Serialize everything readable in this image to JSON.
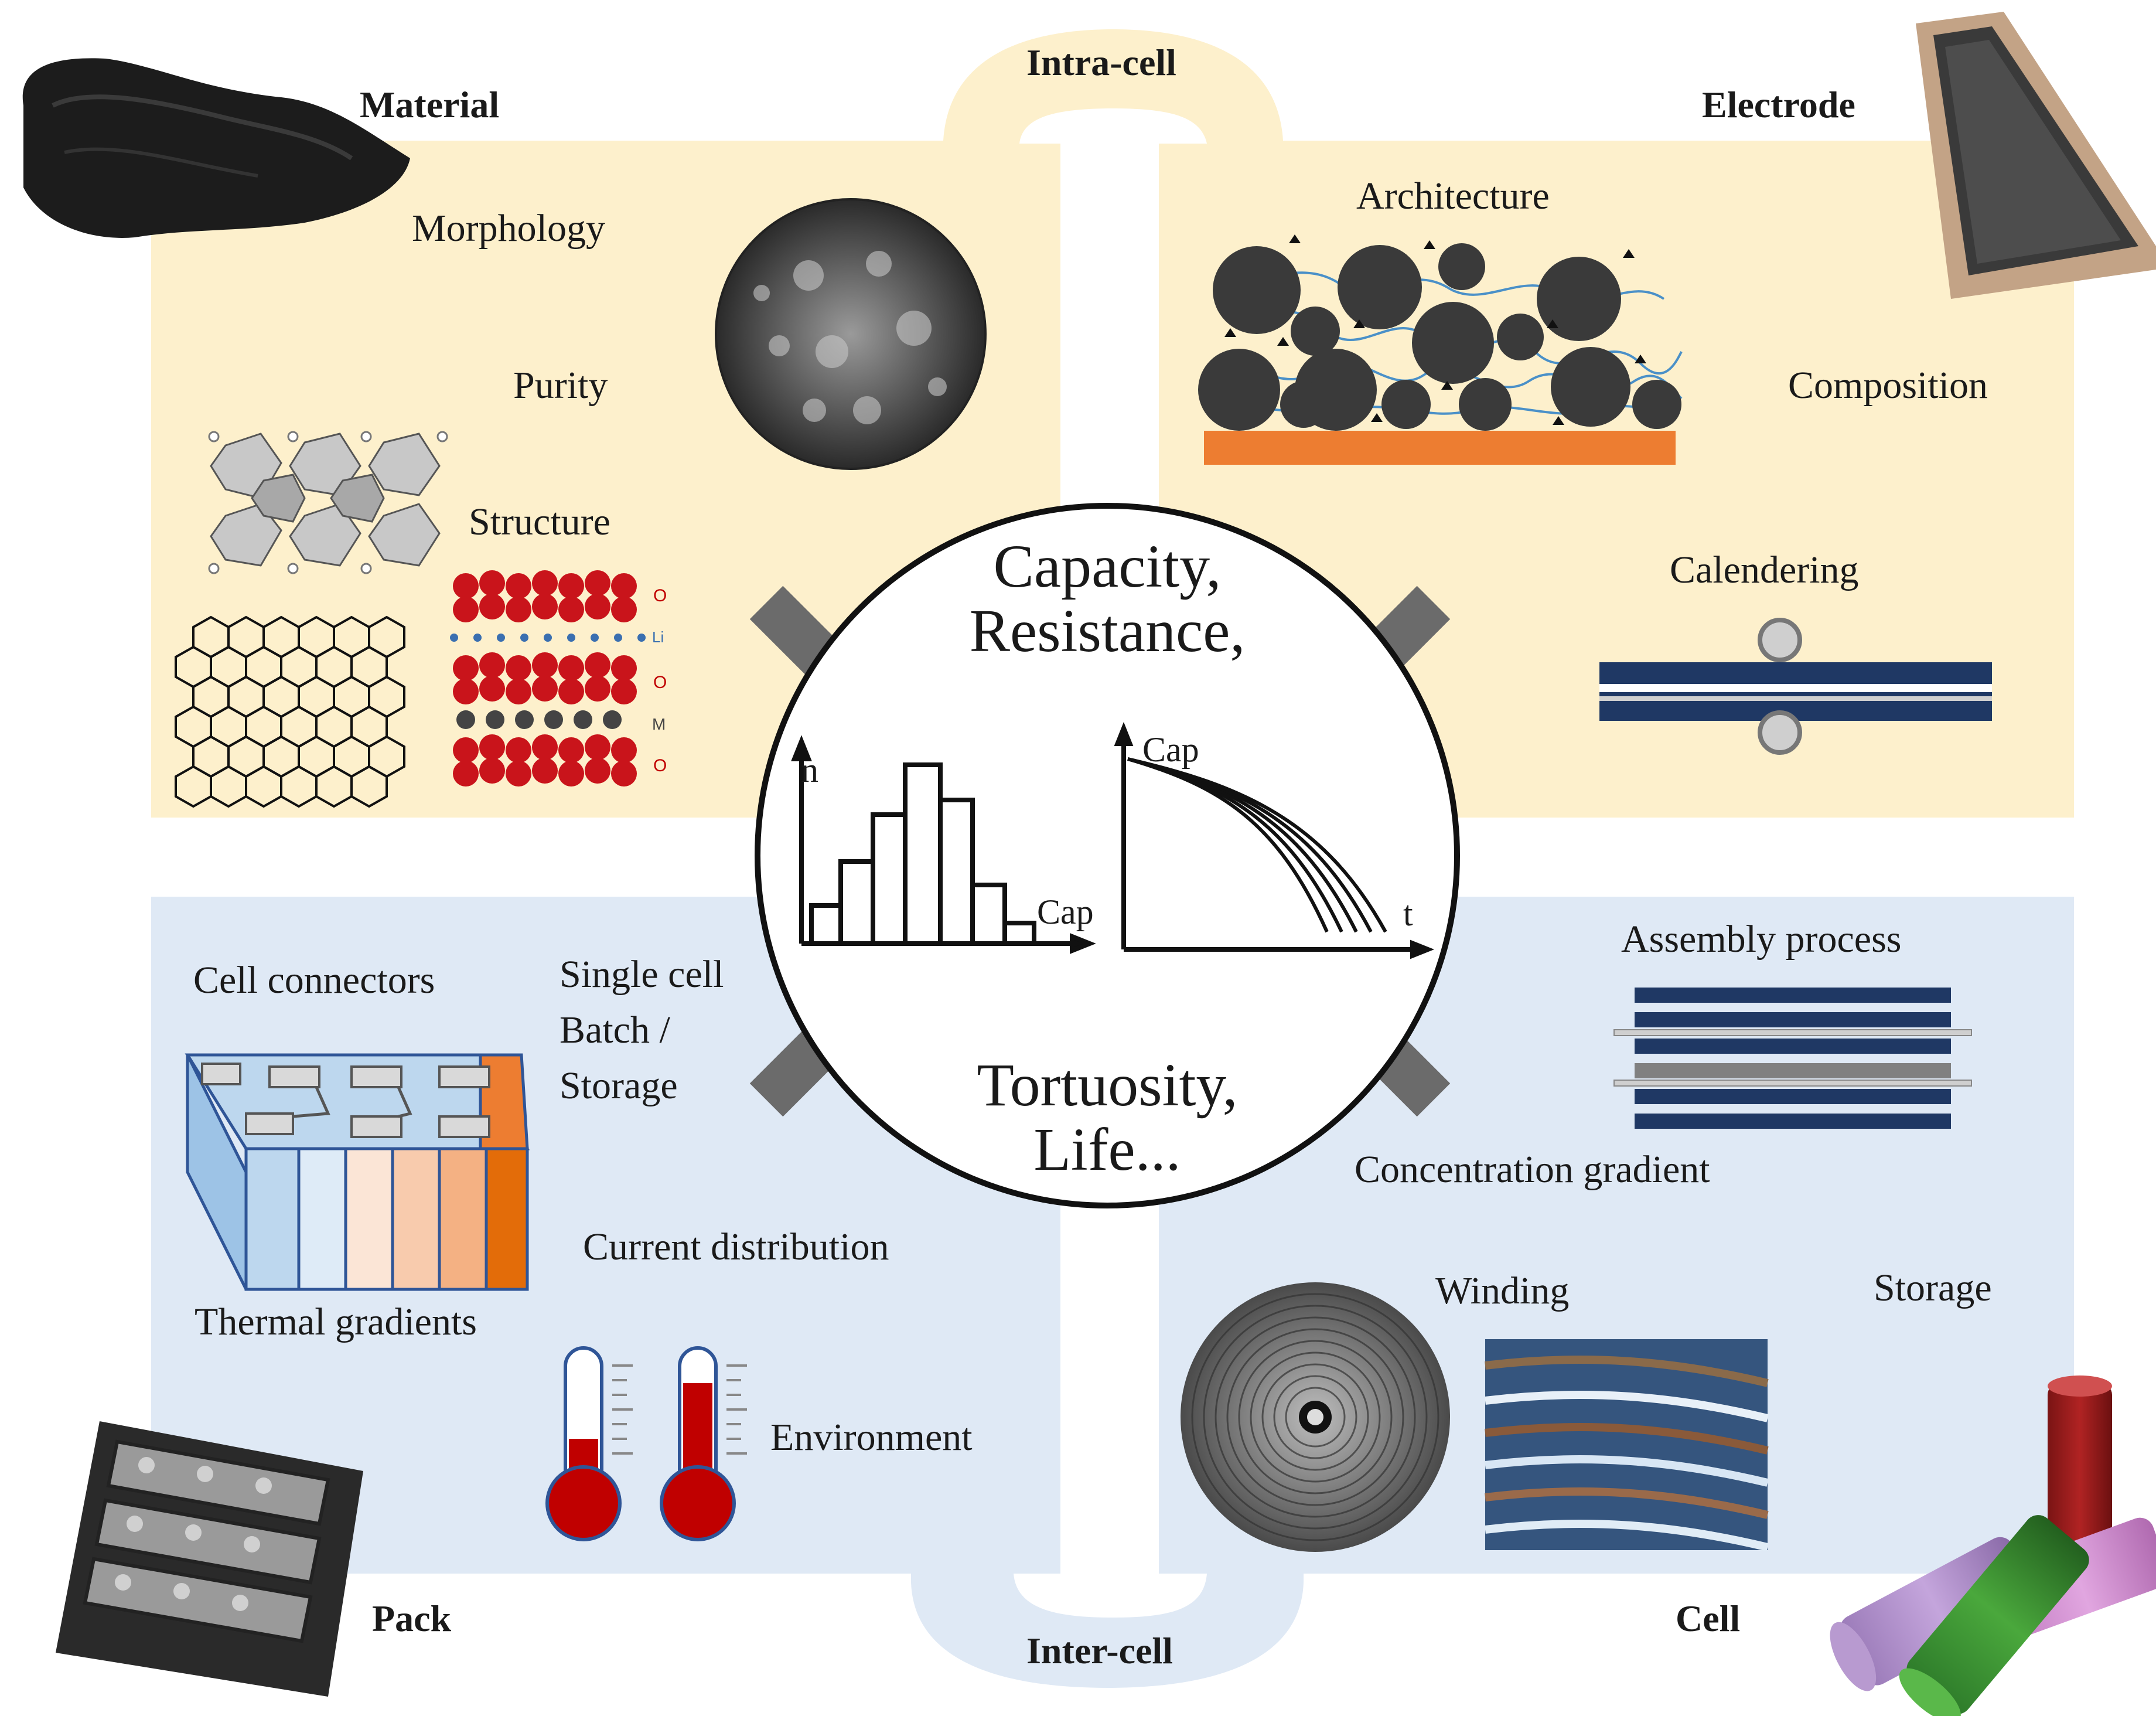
{
  "labels": {
    "intra_cell": "Intra-cell",
    "inter_cell": "Inter-cell",
    "material": "Material",
    "electrode": "Electrode",
    "pack": "Pack",
    "cell": "Cell"
  },
  "material": {
    "morphology": "Morphology",
    "purity": "Purity",
    "structure": "Structure",
    "layer_labels": [
      "O",
      "Li",
      "O",
      "M",
      "O"
    ]
  },
  "electrode": {
    "architecture": "Architecture",
    "composition": "Composition",
    "calendering": "Calendering"
  },
  "pack": {
    "cell_connectors": "Cell connectors",
    "single_cell": "Single cell",
    "batch": "Batch /",
    "storage": "Storage",
    "current_distribution": "Current distribution",
    "thermal_gradients": "Thermal gradients",
    "environment": "Environment"
  },
  "cell": {
    "assembly_process": "Assembly process",
    "concentration_gradient": "Concentration gradient",
    "winding": "Winding",
    "storage": "Storage"
  },
  "center": {
    "top_line1": "Capacity,",
    "top_line2": "Resistance,",
    "bottom_line1": "Tortuosity,",
    "bottom_line2": "Life...",
    "hist_ylabel": "n",
    "hist_xlabel": "Cap",
    "curve_ylabel": "Cap",
    "curve_xlabel": "t"
  },
  "colors": {
    "top_panel": "#fdf0cc",
    "bottom_panel": "#dfe9f5",
    "arrow": "#6b6b6b",
    "copper": "#ed7d31",
    "navy": "#1f3864"
  }
}
